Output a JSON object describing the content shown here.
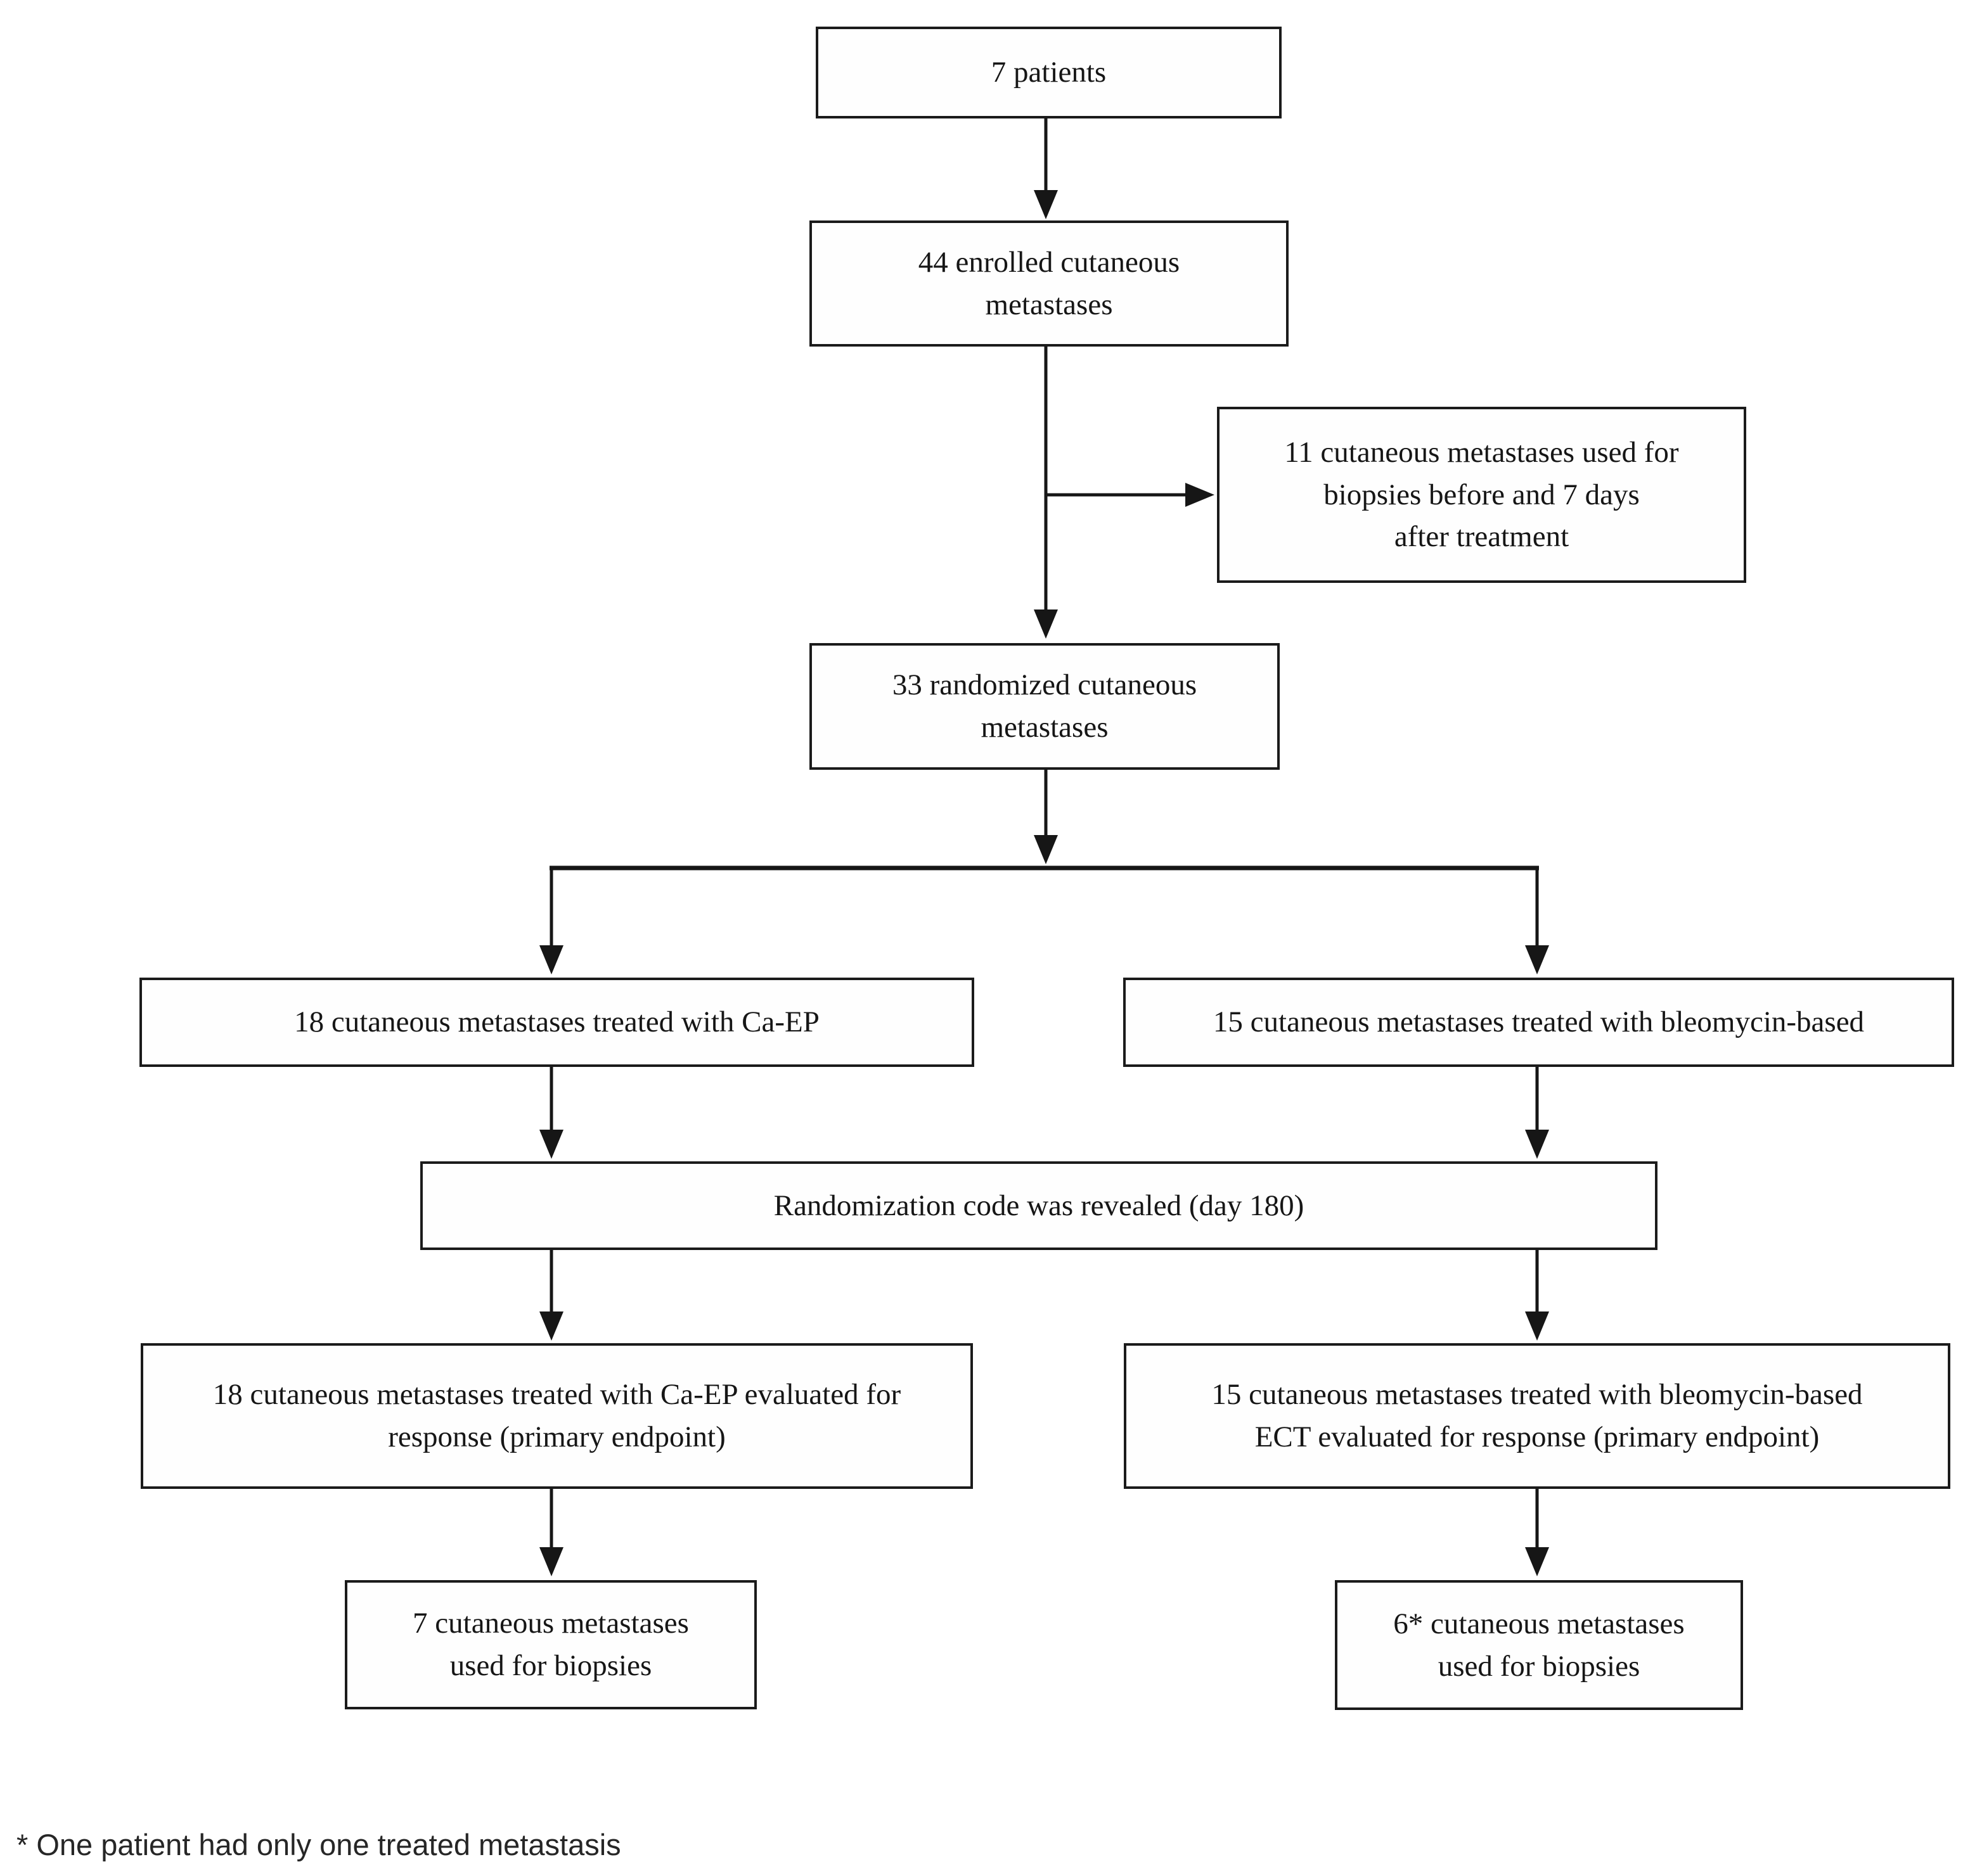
{
  "flowchart": {
    "colors": {
      "background": "#ffffff",
      "box_border": "#1b1b1b",
      "text": "#161616",
      "connector": "#161616"
    },
    "boxes": {
      "patients": {
        "lines": [
          "7 patients"
        ]
      },
      "enrolled": {
        "lines": [
          "44 enrolled cutaneous",
          "metastases"
        ]
      },
      "biopsy_exclusion": {
        "lines": [
          "11 cutaneous metastases used for",
          "biopsies before and 7 days",
          "after treatment"
        ]
      },
      "randomized": {
        "lines": [
          "33 randomized cutaneous",
          "metastases"
        ]
      },
      "arm_caep": {
        "lines": [
          "18 cutaneous metastases treated with Ca-EP"
        ]
      },
      "arm_bleomycin": {
        "lines": [
          "15 cutaneous metastases treated with bleomycin-based"
        ]
      },
      "code_revealed": {
        "lines": [
          "Randomization code was revealed (day 180)"
        ]
      },
      "caep_evaluated": {
        "lines": [
          "18 cutaneous metastases treated with Ca-EP evaluated for",
          "response (primary endpoint)"
        ]
      },
      "bleomycin_evaluated": {
        "lines": [
          "15 cutaneous metastases treated with bleomycin-based",
          "ECT evaluated for response (primary endpoint)"
        ]
      },
      "caep_biopsies": {
        "lines": [
          "7 cutaneous metastases",
          "used for biopsies"
        ]
      },
      "bleomycin_biopsies": {
        "lines": [
          "6* cutaneous metastases",
          "used for biopsies"
        ]
      }
    },
    "footnote": "* One patient had only one treated metastasis"
  }
}
